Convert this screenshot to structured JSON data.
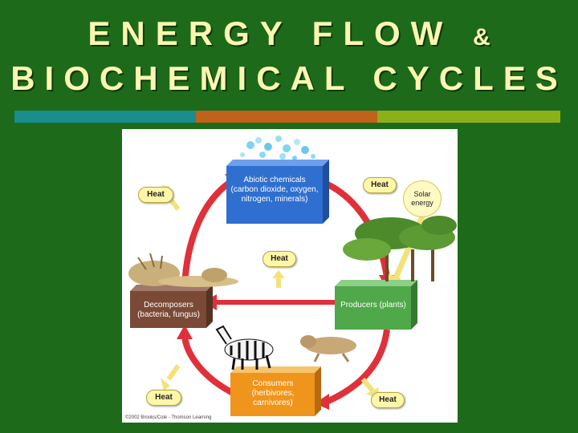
{
  "title": {
    "line1": "ENERGY FLOW",
    "amp": "&",
    "line2": "BIOCHEMICAL CYCLES"
  },
  "divider_colors": [
    "#1a8d8d",
    "#c0621a",
    "#8db01a"
  ],
  "diagram": {
    "abiotic": {
      "label": "Abiotic chemicals (carbon dioxide, oxygen, nitrogen, minerals)",
      "color": "#2f6fcf"
    },
    "producers": {
      "label": "Producers (plants)",
      "color": "#4fa84a"
    },
    "consumers": {
      "label": "Consumers (herbivores, carnivores)",
      "color": "#f0951c"
    },
    "decomposers": {
      "label": "Decomposers (bacteria, fungus)",
      "color": "#7a4a36"
    },
    "heat_labels": [
      "Heat",
      "Heat",
      "Heat",
      "Heat",
      "Heat"
    ],
    "solar": "Solar energy",
    "copyright": "©2002 Brooks/Cole - Thomson Learning",
    "cycle_arrow_color": "#e0303a",
    "heat_arrow_color": "#f3e27a"
  }
}
